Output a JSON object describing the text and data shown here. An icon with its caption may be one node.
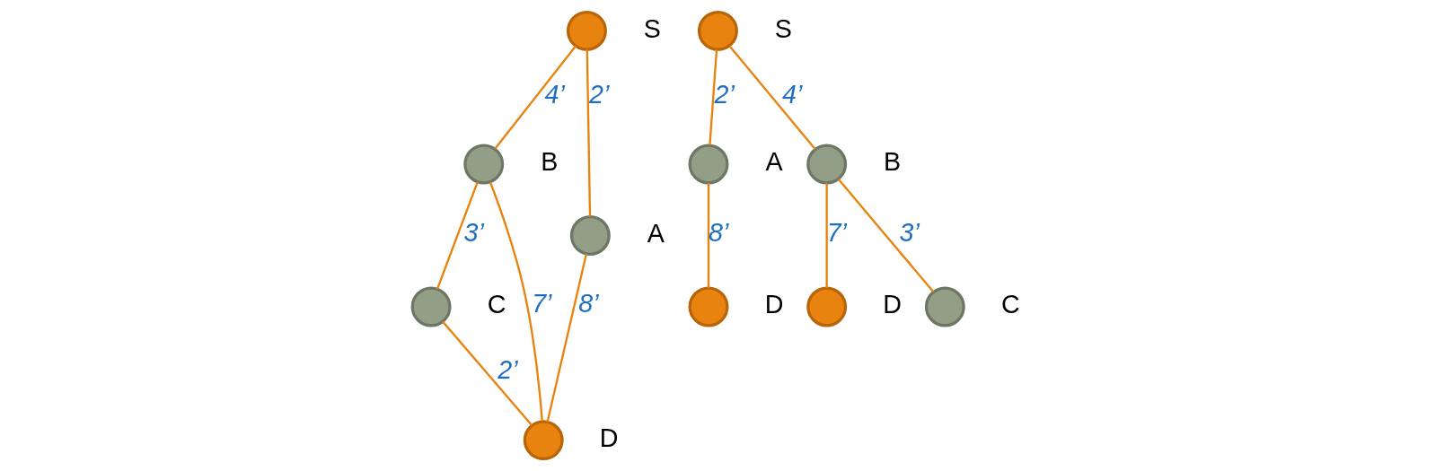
{
  "diagram": {
    "nodes": [
      {
        "text": [],
        "shape": "circle",
        "beside": [
          "S"
        ]
      },
      {
        "text": [],
        "shape": "circle",
        "beside": [
          "B"
        ]
      },
      {
        "text": [],
        "shape": "circle",
        "beside": [
          "C"
        ]
      },
      {
        "text": [],
        "shape": "circle",
        "beside": [
          "D"
        ]
      },
      {
        "text": [],
        "shape": "circle",
        "beside": [
          "A"
        ]
      },
      {
        "text": [],
        "shape": "circle",
        "beside": [
          "S"
        ]
      },
      {
        "text": [],
        "shape": "circle",
        "beside": [
          "A"
        ]
      },
      {
        "text": [],
        "shape": "circle",
        "beside": [
          "B"
        ]
      },
      {
        "text": [],
        "shape": "circle",
        "beside": [
          "D"
        ]
      },
      {
        "text": [],
        "shape": "circle",
        "beside": [
          "D"
        ]
      },
      {
        "text": [],
        "shape": "circle",
        "beside": [
          "C"
        ]
      }
    ],
    "edges": [
      {
        "from": 0,
        "to": 1,
        "arrow": "none",
        "label": "4’"
      },
      {
        "from": 1,
        "to": 2,
        "arrow": "none",
        "label": "3’"
      },
      {
        "from": 1,
        "to": 3,
        "arrow": "none",
        "label": "7’"
      },
      {
        "from": 2,
        "to": 3,
        "arrow": "none",
        "label": "2’"
      },
      {
        "from": 0,
        "to": 4,
        "arrow": "none",
        "label": "2’"
      },
      {
        "from": 4,
        "to": 3,
        "arrow": "none",
        "label": "8’"
      },
      {
        "from": 5,
        "to": 6,
        "arrow": "none",
        "label": "2’"
      },
      {
        "from": 5,
        "to": 7,
        "arrow": "none",
        "label": "4’"
      },
      {
        "from": 6,
        "to": 8,
        "arrow": "none",
        "label": "8’"
      },
      {
        "from": 7,
        "to": 9,
        "arrow": "none",
        "label": "7’"
      },
      {
        "from": 7,
        "to": 10,
        "arrow": "none",
        "label": "3’"
      }
    ]
  }
}
